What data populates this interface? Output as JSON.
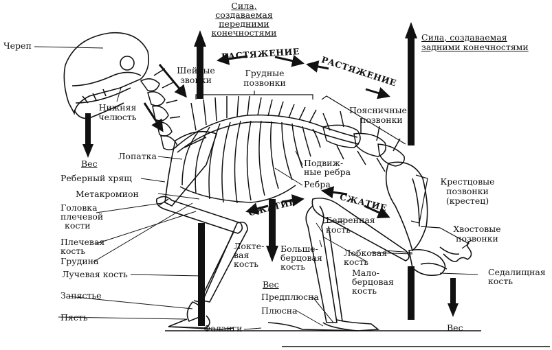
{
  "labels": {
    "skull": "Череп",
    "front_force": [
      "Сила,",
      "создаваемая",
      "передними",
      "конечностями"
    ],
    "rear_force": [
      "Сила, создаваемая",
      "задними конечностями"
    ],
    "cervical": [
      "Шейные",
      "звонки"
    ],
    "thoracic": [
      "Грудные",
      "позвонки"
    ],
    "lumbar": [
      "Поясничные",
      "позвонки"
    ],
    "jaw": [
      "Нижняя",
      "челюсть"
    ],
    "weight_front": "Вес",
    "scapula": "Лопатка",
    "rib_cartilage": "Реберный хрящ",
    "metacromion": "Метакромион",
    "humerus_head": [
      "Головка",
      "плечевой",
      "кости"
    ],
    "humerus": [
      "Плечевая",
      "кость"
    ],
    "sternum": "Грудина",
    "radius": "Лучевая кость",
    "wrist": "Запястье",
    "metacarpus": "Пясть",
    "phalanges": "Фаланги",
    "mobile_ribs": [
      "Подвиж-",
      "ные ребра"
    ],
    "ribs": "Ребра",
    "sacral": [
      "Крестцовые",
      "позвонки",
      "(крестец)"
    ],
    "caudal": [
      "Хвостовые",
      "позвонки"
    ],
    "femur": [
      "Бедренная",
      "кость"
    ],
    "ulna": [
      "Локте-",
      "вая",
      "кость"
    ],
    "tibia": [
      "Больше-",
      "берцовая",
      "кость"
    ],
    "pubic": [
      "Лобковая",
      "кость"
    ],
    "fibula": [
      "Мало-",
      "берцовая",
      "кость"
    ],
    "ischium": [
      "Седалищная",
      "кость"
    ],
    "weight_mid": "Вес",
    "tarsus": "Предплюсна",
    "metatarsus": "Плюсна",
    "weight_rear": "Вес"
  },
  "forces": {
    "tension_1": "РАСТЯЖЕНИЕ",
    "tension_2": "РАСТЯЖЕНИЕ",
    "compression_1": "СЖАТИЕ",
    "compression_2": "СЖАТИЕ"
  }
}
